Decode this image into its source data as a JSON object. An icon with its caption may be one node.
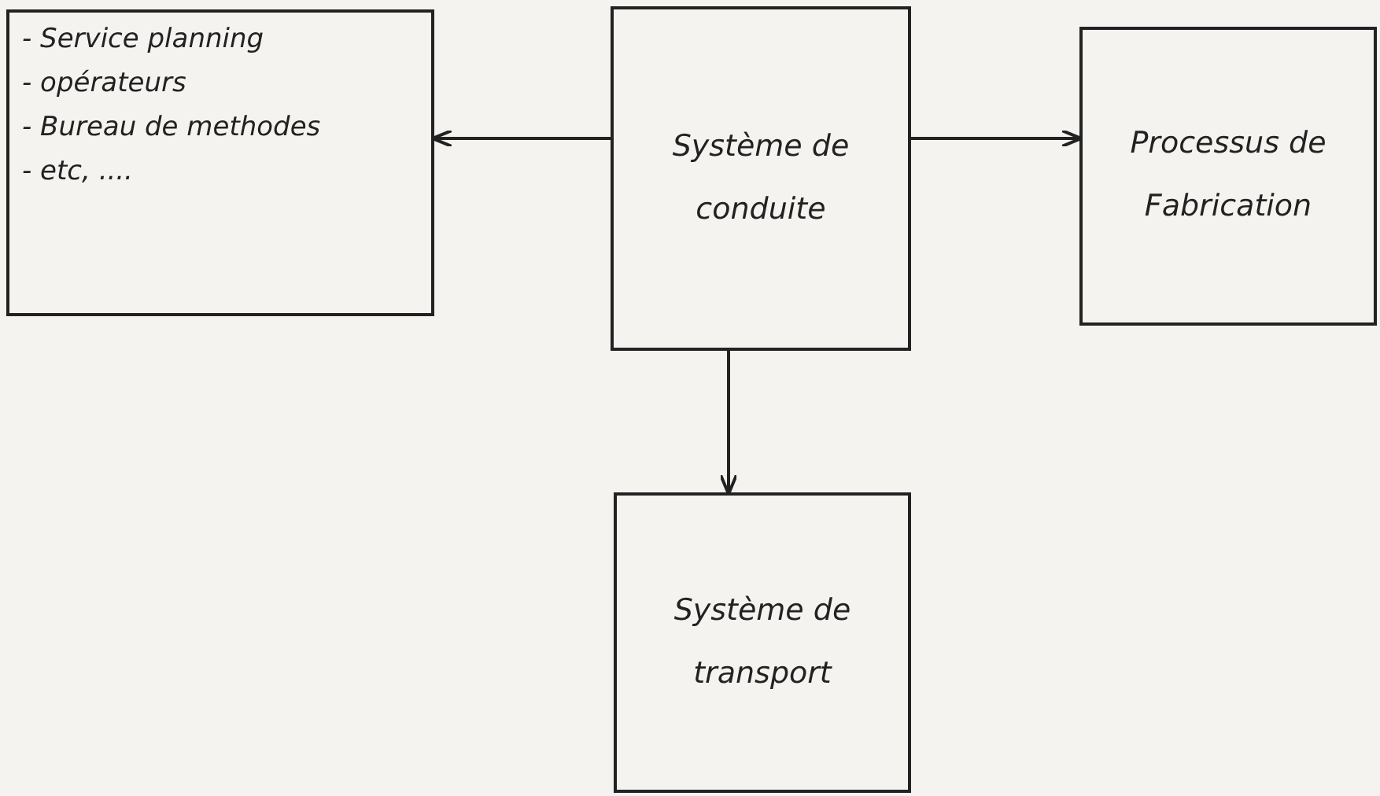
{
  "diagram": {
    "nodes": [
      {
        "text": [
          "- Service planning",
          "- opérateurs",
          "- Bureau de methodes",
          "- etc, ...."
        ]
      },
      {
        "text": [
          "Système de conduite"
        ]
      },
      {
        "text": [
          "Processus de Fabrication"
        ]
      },
      {
        "text": [
          "Système de transport"
        ]
      }
    ],
    "edges": [
      {
        "from": 1,
        "to": 0,
        "arrow": "to"
      },
      {
        "from": 1,
        "to": 2,
        "arrow": "to"
      },
      {
        "from": 1,
        "to": 3,
        "arrow": "to"
      }
    ]
  }
}
